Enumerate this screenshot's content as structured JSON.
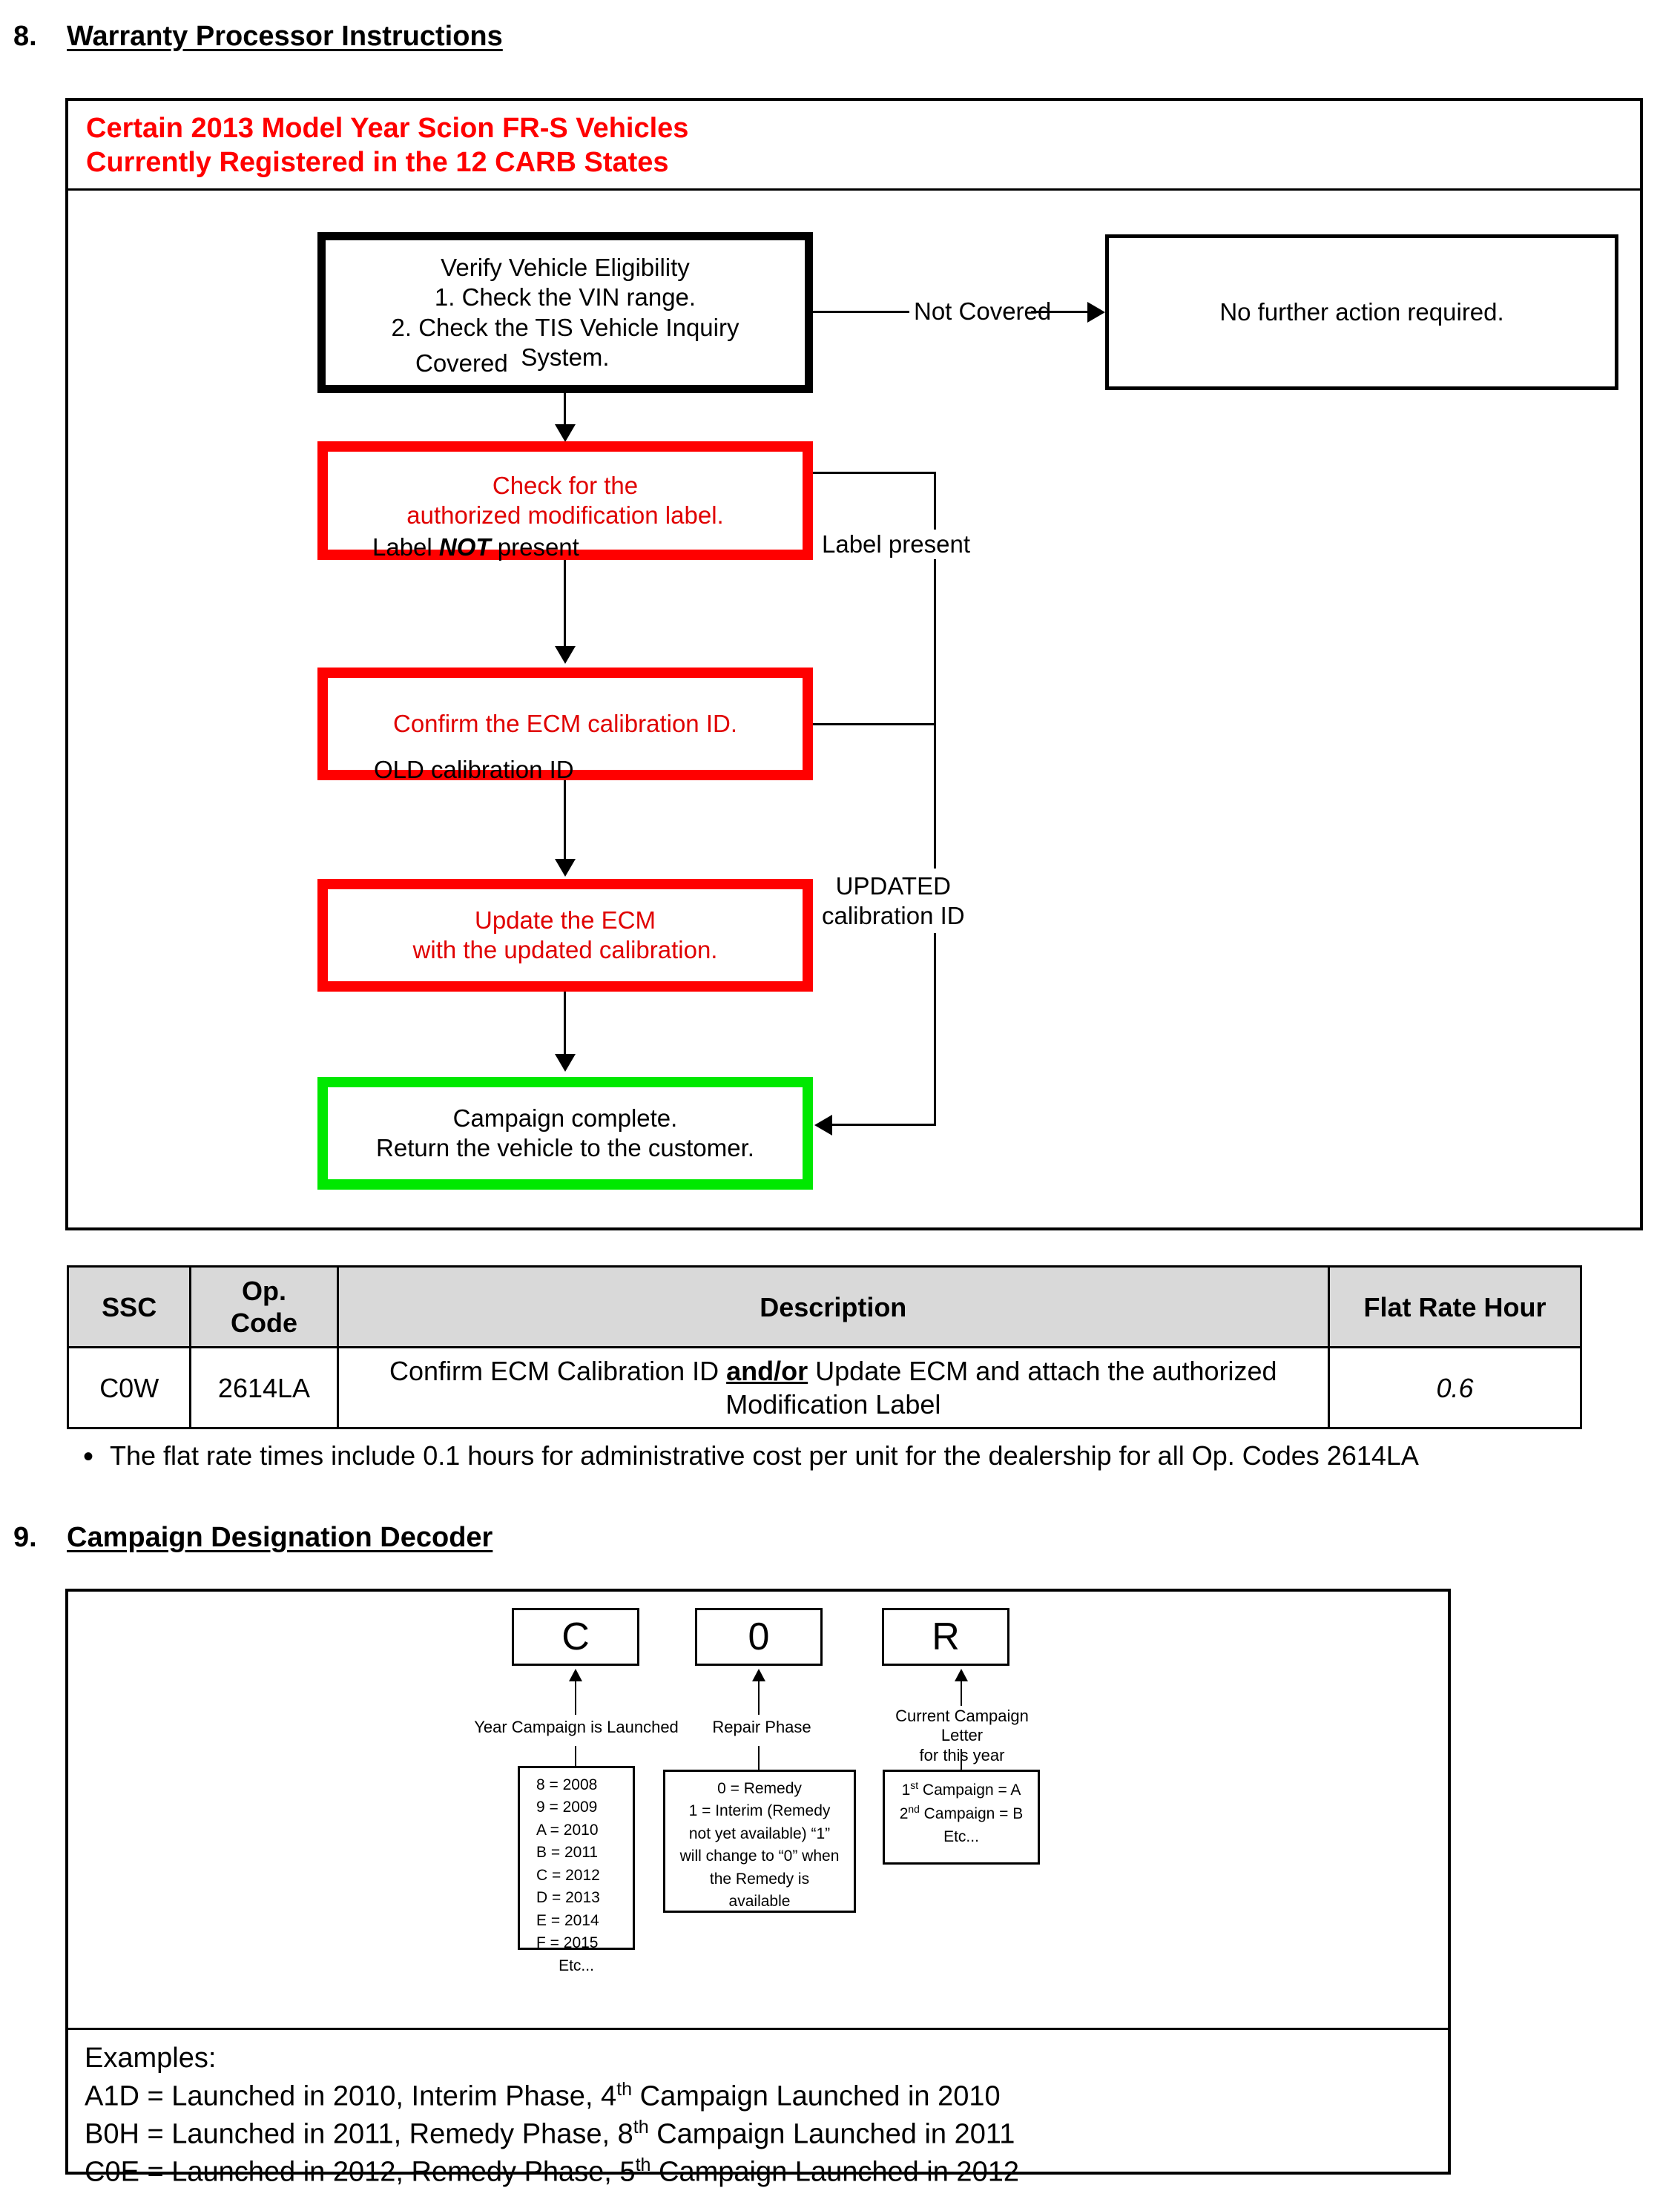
{
  "sections": [
    {
      "number": "8.",
      "title": "Warranty Processor Instructions"
    },
    {
      "number": "9.",
      "title": "Campaign Designation Decoder"
    }
  ],
  "flowchart": {
    "title_line1": "Certain 2013 Model Year Scion FR-S Vehicles",
    "title_line2": "Currently Registered in the 12 CARB States",
    "title_color": "#ff0000",
    "nodes": [
      {
        "id": "verify",
        "text": "Verify Vehicle Eligibility\n1. Check the VIN range.\n2. Check the TIS Vehicle Inquiry System.",
        "border_color": "#000000",
        "text_color": "#000000"
      },
      {
        "id": "noaction",
        "text": "No further action required.",
        "border_color": "#000000",
        "text_color": "#000000"
      },
      {
        "id": "check",
        "text": "Check for the\nauthorized modification label.",
        "border_color": "#ff0000",
        "text_color": "#e00000"
      },
      {
        "id": "confirm",
        "text": "Confirm the ECM calibration ID.",
        "border_color": "#ff0000",
        "text_color": "#e00000"
      },
      {
        "id": "update",
        "text": "Update the ECM\nwith the updated calibration.",
        "border_color": "#ff0000",
        "text_color": "#e00000"
      },
      {
        "id": "complete",
        "text": "Campaign complete.\nReturn the vehicle to the customer.",
        "border_color": "#00e800",
        "text_color": "#000000"
      }
    ],
    "node_lines": {
      "verify": [
        "Verify Vehicle Eligibility",
        "1. Check the VIN range.",
        "2. Check the TIS Vehicle Inquiry",
        "System."
      ],
      "noaction": [
        "No further action required."
      ],
      "check": [
        "Check for the",
        "authorized modification label."
      ],
      "confirm": [
        "Confirm the ECM calibration ID."
      ],
      "update": [
        "Update the ECM",
        "with the updated calibration."
      ],
      "complete": [
        "Campaign complete.",
        "Return the vehicle to the customer."
      ]
    },
    "edge_labels": {
      "not_covered": "Not Covered",
      "covered": "Covered",
      "label_not_present_a": "Label ",
      "label_not_present_b": "NOT",
      "label_not_present_c": " present",
      "label_present": "Label present",
      "old_cal_id": "OLD calibration ID",
      "updated_cal_id_line1": "UPDATED",
      "updated_cal_id_line2": "calibration ID"
    }
  },
  "op_table": {
    "headers": [
      "SSC",
      "Op. Code",
      "Description",
      "Flat Rate Hour"
    ],
    "header_op_line1": "Op.",
    "header_op_line2": "Code",
    "rows": [
      {
        "ssc": "C0W",
        "op_code": "2614LA",
        "desc_pre": "Confirm ECM Calibration ID ",
        "desc_bold_underline": "and/or",
        "desc_post": " Update ECM and attach the authorized Modification Label",
        "flat_rate_hour": "0.6"
      }
    ],
    "note": "The flat rate times include 0.1 hours for administrative cost per unit for the dealership for all Op. Codes 2614LA",
    "bullet_glyph": "•"
  },
  "decoder": {
    "code_boxes": [
      {
        "char": "C",
        "caption": "Year Campaign is Launched"
      },
      {
        "char": "0",
        "caption": "Repair Phase"
      },
      {
        "char": "R",
        "caption_line1": "Current Campaign Letter",
        "caption_line2": "for this year"
      }
    ],
    "year_codes": [
      "8 = 2008",
      "9 = 2009",
      "A = 2010",
      "B = 2011",
      "C = 2012",
      "D = 2013",
      "E = 2014",
      "F = 2015"
    ],
    "year_codes_etc": "Etc...",
    "repair_phase_text": "0 = Remedy\n1 = Interim (Remedy not yet available) “1” will change to “0” when the Remedy is available",
    "repair_phase_lines": [
      "0 = Remedy",
      "1 = Interim (Remedy",
      "not yet available) “1”",
      "will change to “0” when",
      "the Remedy is",
      "available"
    ],
    "campaign_letter_lines": [
      {
        "ord_num": "1",
        "ord_sup": "st",
        "rest": " Campaign = A"
      },
      {
        "ord_num": "2",
        "ord_sup": "nd",
        "rest": " Campaign = B"
      }
    ],
    "campaign_letter_etc": "Etc...",
    "examples_label": "Examples:",
    "examples": [
      {
        "code": "A1D",
        "pre": " = Launched in 2010, Interim Phase, 4",
        "sup": "th",
        "post": " Campaign Launched in 2010"
      },
      {
        "code": "B0H",
        "pre": " = Launched in 2011, Remedy Phase, 8",
        "sup": "th",
        "post": "  Campaign Launched in 2011"
      },
      {
        "code": "C0E",
        "pre": " = Launched in 2012, Remedy Phase, 5",
        "sup": "th",
        "post": "  Campaign Launched in 2012"
      }
    ]
  }
}
